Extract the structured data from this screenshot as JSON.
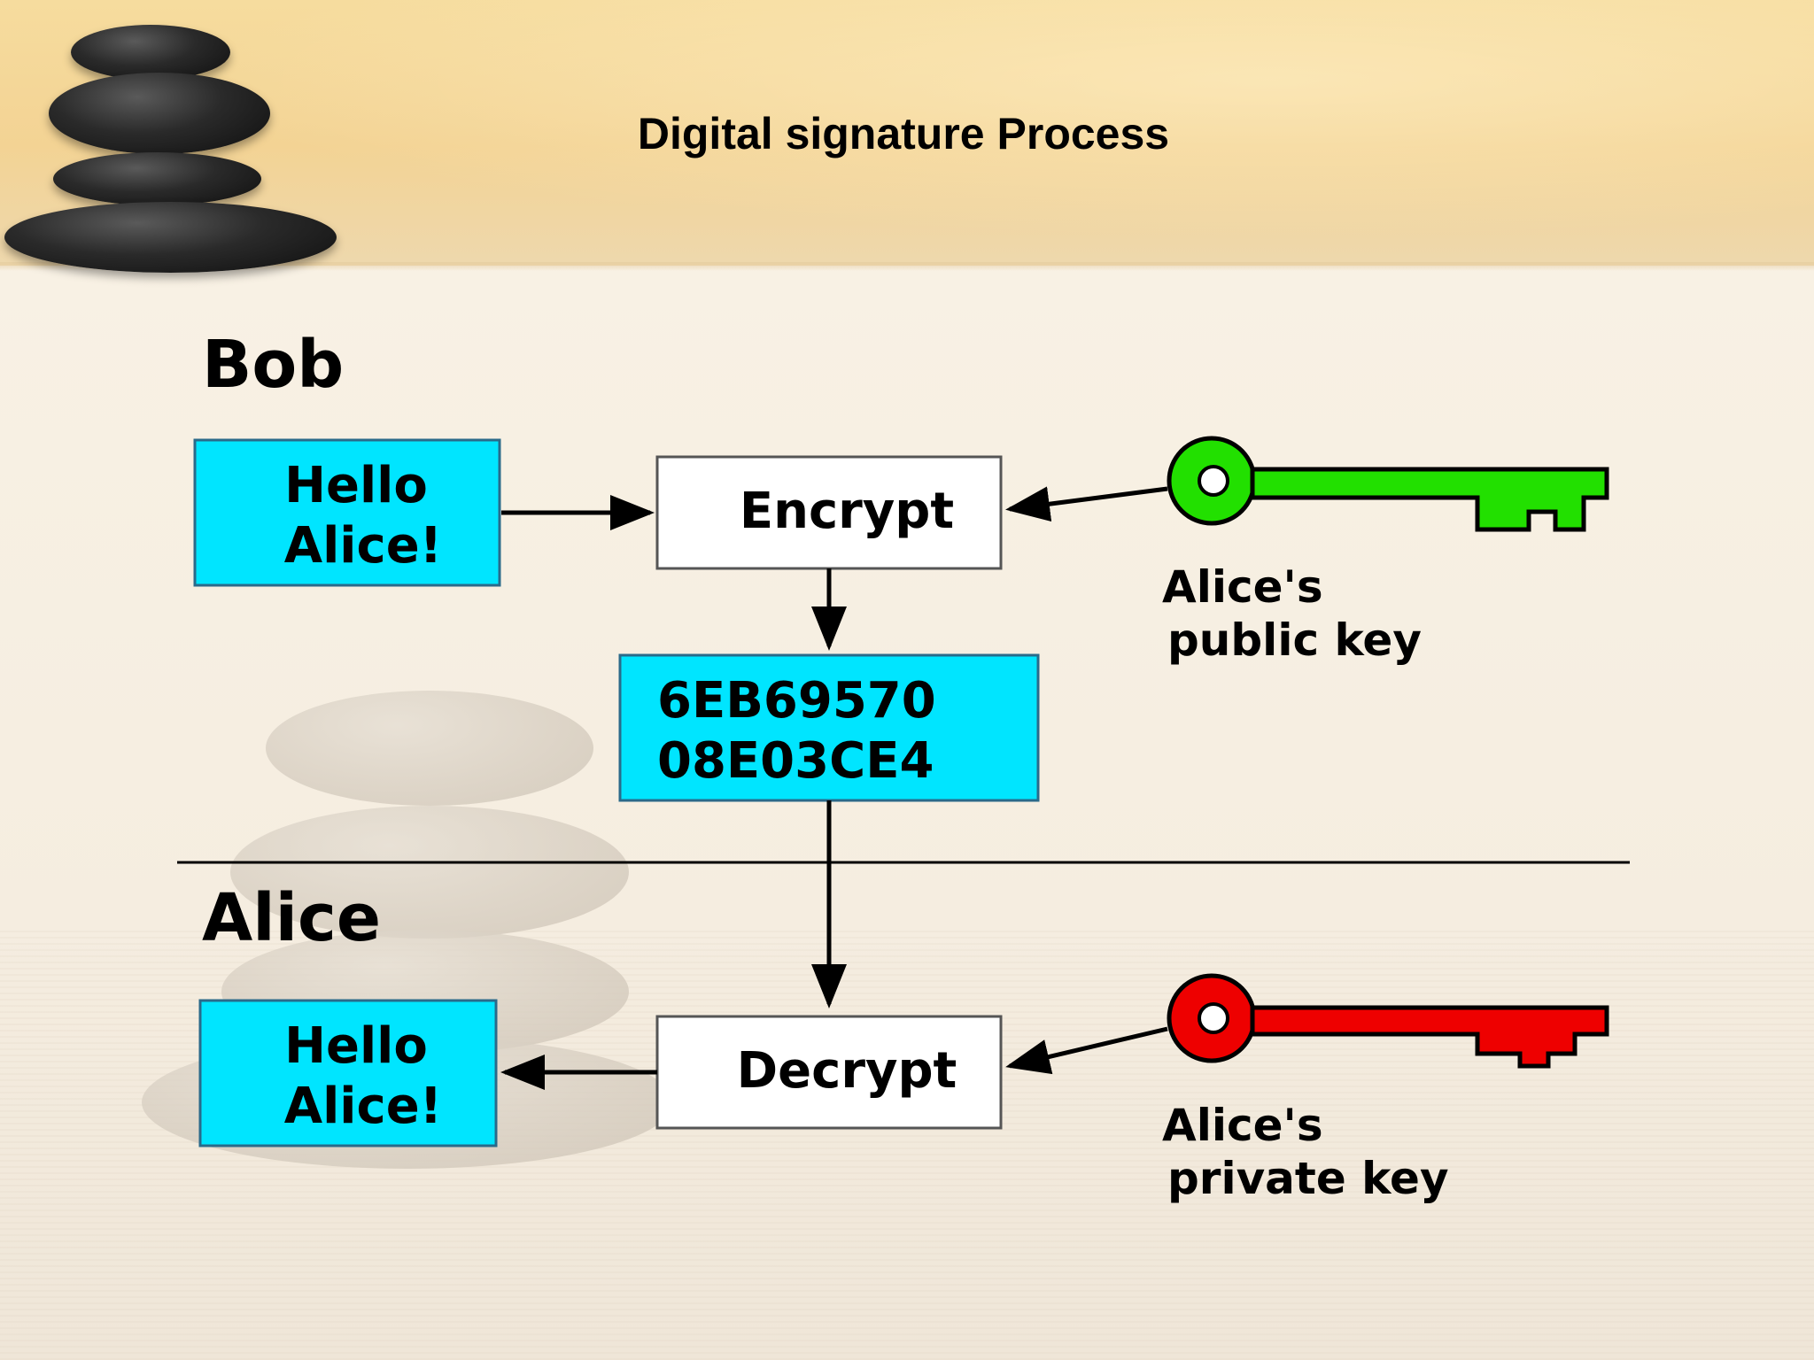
{
  "slide": {
    "title": "Digital signature Process"
  },
  "diagram": {
    "sender_label": "Bob",
    "receiver_label": "Alice",
    "plaintext_in": {
      "line1": "Hello",
      "line2": "Alice!"
    },
    "encrypt_label": "Encrypt",
    "ciphertext": {
      "line1": "6EB69570",
      "line2": "08E03CE4"
    },
    "decrypt_label": "Decrypt",
    "plaintext_out": {
      "line1": "Hello",
      "line2": "Alice!"
    },
    "public_key": {
      "line1": "Alice's",
      "line2": "public key",
      "color": "#22e000",
      "icon": "key-icon"
    },
    "private_key": {
      "line1": "Alice's",
      "line2": "private key",
      "color": "#ee0000",
      "icon": "key-icon"
    },
    "box_fill": "#00e5ff"
  }
}
